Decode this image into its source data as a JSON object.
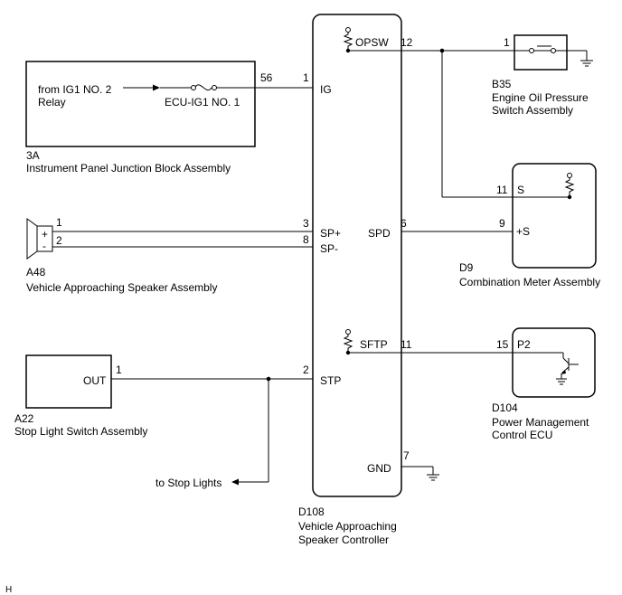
{
  "footer_mark": "H",
  "controller": {
    "code": "D108",
    "name_line1": "Vehicle Approaching",
    "name_line2": "Speaker Controller",
    "pins": {
      "opsw": "OPSW",
      "opsw_no": "12",
      "ig": "IG",
      "ig_no": "1",
      "spp": "SP+",
      "spp_no": "3",
      "spm": "SP-",
      "spm_no": "8",
      "spd": "SPD",
      "spd_no": "6",
      "sftp": "SFTP",
      "sftp_no": "11",
      "stp": "STP",
      "stp_no": "2",
      "gnd": "GND",
      "gnd_no": "7"
    }
  },
  "junction_block": {
    "code": "3A",
    "name": "Instrument Panel Junction Block Assembly",
    "from_line1": "from IG1 NO. 2",
    "from_line2": "Relay",
    "fuse": "ECU-IG1 NO. 1",
    "pin": "56"
  },
  "speaker": {
    "code": "A48",
    "name": "Vehicle Approaching Speaker Assembly",
    "pin1": "1",
    "pin2": "2",
    "plus": "+",
    "minus": "-"
  },
  "stop_switch": {
    "code": "A22",
    "name": "Stop Light Switch Assembly",
    "out": "OUT",
    "pin": "1",
    "to_lights": "to Stop Lights"
  },
  "oil_switch": {
    "code": "B35",
    "name_line1": "Engine Oil Pressure",
    "name_line2": "Switch Assembly",
    "pin": "1"
  },
  "meter": {
    "code": "D9",
    "name": "Combination Meter Assembly",
    "s": "S",
    "s_no": "11",
    "sp": "+S",
    "sp_no": "9"
  },
  "pm_ecu": {
    "code": "D104",
    "name_line1": "Power Management",
    "name_line2": "Control ECU",
    "p2": "P2",
    "p2_no": "15"
  }
}
